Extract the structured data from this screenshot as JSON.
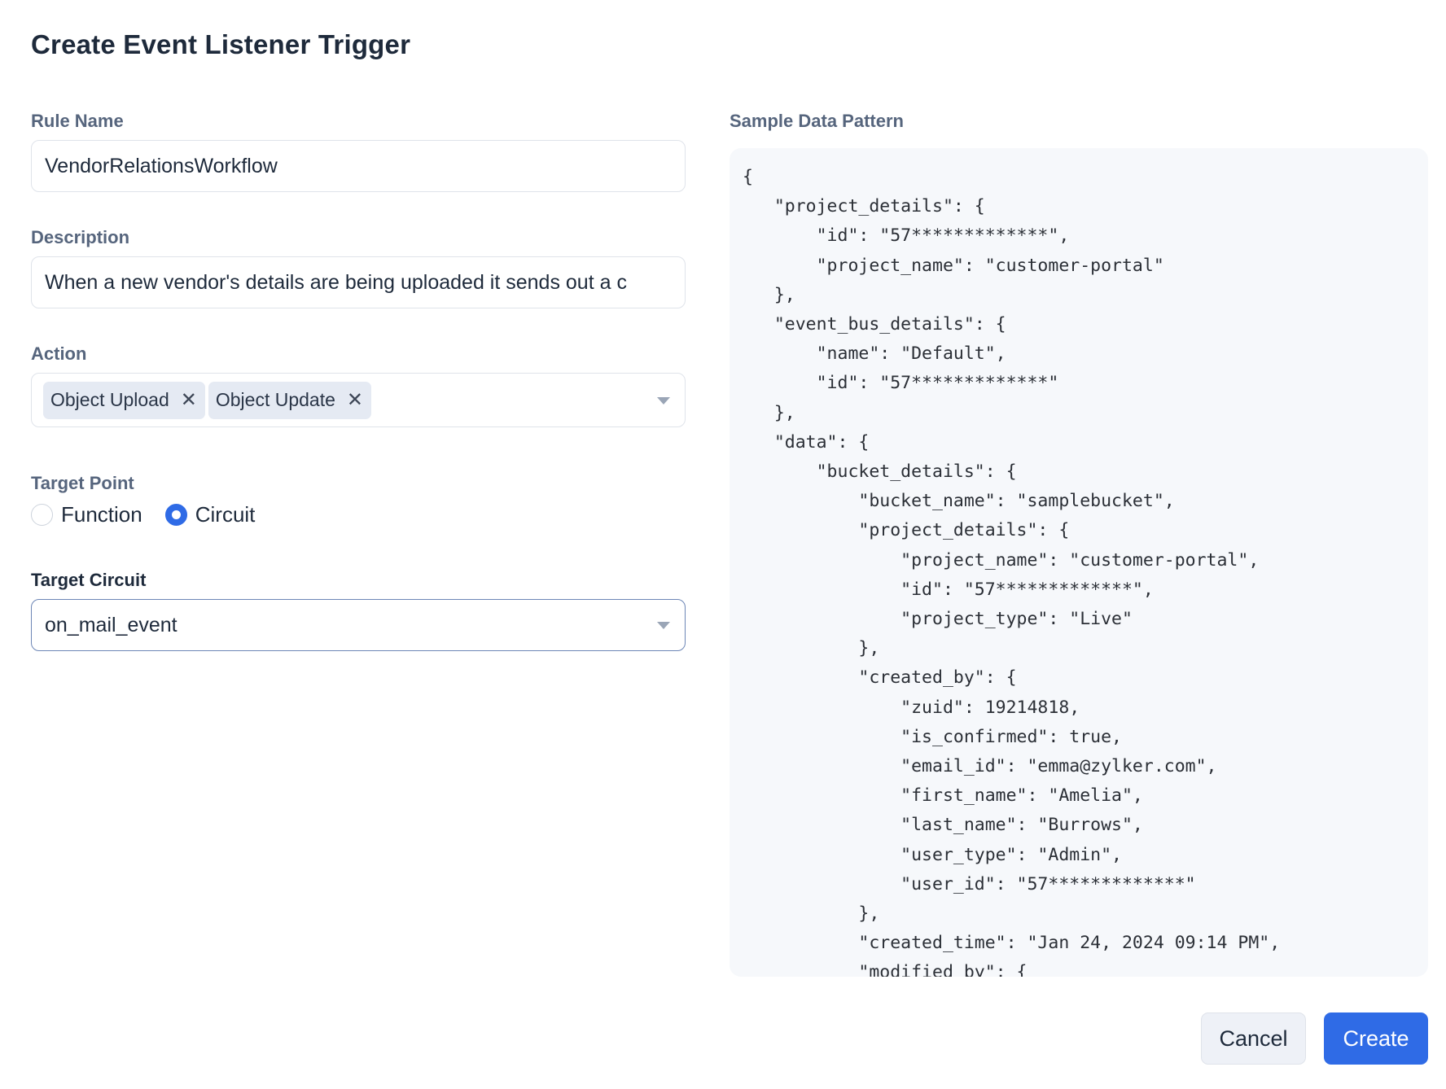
{
  "dialog": {
    "title": "Create Event Listener Trigger"
  },
  "form": {
    "rule_name": {
      "label": "Rule Name",
      "value": "VendorRelationsWorkflow"
    },
    "description": {
      "label": "Description",
      "value": "When a new vendor's details are being uploaded it sends out a c"
    },
    "action": {
      "label": "Action",
      "chips": [
        "Object Upload",
        "Object Update"
      ],
      "remove_glyph": "✕"
    },
    "target_point": {
      "label": "Target Point",
      "options": [
        "Function",
        "Circuit"
      ],
      "selected": "Circuit"
    },
    "target_circuit": {
      "label": "Target Circuit",
      "value": "on_mail_event"
    }
  },
  "sample": {
    "label": "Sample Data Pattern",
    "code": "{\n   \"project_details\": {\n       \"id\": \"57*************\",\n       \"project_name\": \"customer-portal\"\n   },\n   \"event_bus_details\": {\n       \"name\": \"Default\",\n       \"id\": \"57*************\"\n   },\n   \"data\": {\n       \"bucket_details\": {\n           \"bucket_name\": \"samplebucket\",\n           \"project_details\": {\n               \"project_name\": \"customer-portal\",\n               \"id\": \"57*************\",\n               \"project_type\": \"Live\"\n           },\n           \"created_by\": {\n               \"zuid\": 19214818,\n               \"is_confirmed\": true,\n               \"email_id\": \"emma@zylker.com\",\n               \"first_name\": \"Amelia\",\n               \"last_name\": \"Burrows\",\n               \"user_type\": \"Admin\",\n               \"user_id\": \"57*************\"\n           },\n           \"created_time\": \"Jan 24, 2024 09:14 PM\",\n           \"modified_by\": {"
  },
  "footer": {
    "cancel_label": "Cancel",
    "create_label": "Create"
  },
  "colors": {
    "primary": "#2f6be6",
    "focus_border": "#6d86b6",
    "code_bg": "#f6f8fb"
  }
}
